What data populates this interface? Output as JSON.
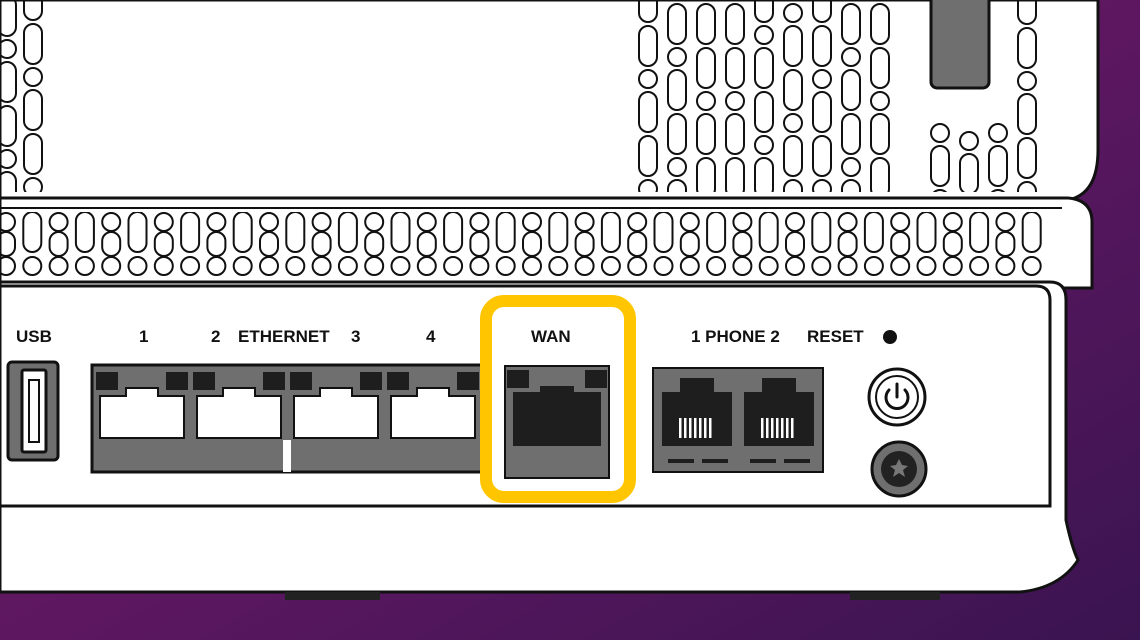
{
  "colors": {
    "background_gradient": [
      "#7a1a5e",
      "#5a1760",
      "#3a1450"
    ],
    "highlight": "#ffc600",
    "outline": "#111111",
    "device_body": "#ffffff",
    "port_housing": "#6f6f6f",
    "port_dark": "#1e1e1e"
  },
  "labels": {
    "usb": "USB",
    "ethernet_1": "1",
    "ethernet_2": "2",
    "ethernet": "ETHERNET",
    "ethernet_3": "3",
    "ethernet_4": "4",
    "wan": "WAN",
    "phone": "1 PHONE 2",
    "reset": "RESET"
  },
  "icons": {
    "power": "power-icon",
    "reset_button": "reset-star-icon",
    "led": "led-dot-icon"
  },
  "highlighted_port": "WAN"
}
